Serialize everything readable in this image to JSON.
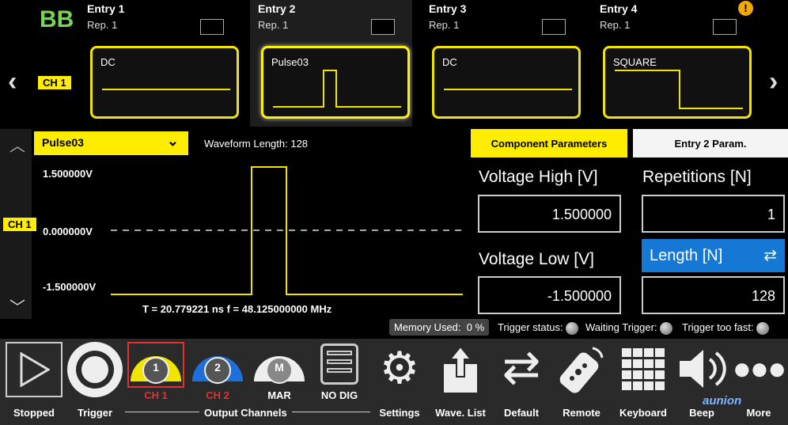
{
  "app": {
    "logo": "BB"
  },
  "entries": [
    {
      "title": "Entry  1",
      "rep": "Rep.  1",
      "waveform": "DC"
    },
    {
      "title": "Entry  2",
      "rep": "Rep.  1",
      "waveform": "Pulse03"
    },
    {
      "title": "Entry  3",
      "rep": "Rep.  1",
      "waveform": "DC"
    },
    {
      "title": "Entry  4",
      "rep": "Rep.  1",
      "waveform": "SQUARE"
    }
  ],
  "channel_tag": "CH 1",
  "editor": {
    "waveform_select": "Pulse03",
    "waveform_length_label": "Waveform Length:  128",
    "y_high": "1.500000V",
    "y_zero": "0.000000V",
    "y_low": "-1.500000V",
    "timing": "T =  20.779221 ns   f =  48.125000000 MHz"
  },
  "params": {
    "tab_component": "Component Parameters",
    "tab_entry": "Entry  2  Param.",
    "voltage_high_label": "Voltage High [V]",
    "voltage_high_value": "1.500000",
    "voltage_low_label": "Voltage Low [V]",
    "voltage_low_value": "-1.500000",
    "repetitions_label": "Repetitions [N]",
    "repetitions_value": "1",
    "length_label": "Length [N]",
    "length_value": "128"
  },
  "status": {
    "memory_label": "Memory Used:",
    "memory_value": "0 %",
    "trigger_status": "Trigger status:",
    "waiting_trigger": "Waiting Trigger:",
    "trigger_too_fast": "Trigger too fast:"
  },
  "toolbar": {
    "stopped": "Stopped",
    "trigger": "Trigger",
    "ch1_num": "1",
    "ch1": "CH 1",
    "ch2_num": "2",
    "ch2": "CH 2",
    "mar_letter": "M",
    "mar": "MAR",
    "nodig": "NO DIG",
    "output_channels": "Output Channels",
    "settings": "Settings",
    "wave_list": "Wave. List",
    "default": "Default",
    "remote": "Remote",
    "keyboard": "Keyboard",
    "beep": "Beep",
    "more": "More",
    "brand": "aunion"
  },
  "colors": {
    "accent_yellow": "#ffed00",
    "accent_blue": "#1478d4",
    "ch1": "#f0e400",
    "ch2": "#1f6fd9",
    "alert": "#f5a800"
  }
}
